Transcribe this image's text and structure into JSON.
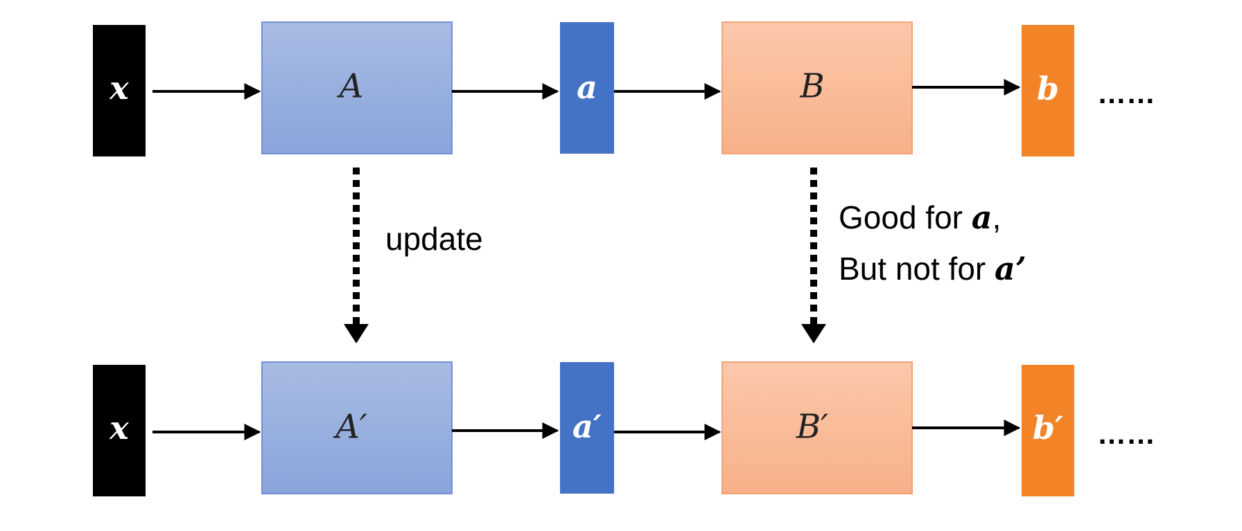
{
  "colors": {
    "input_box": "#000000",
    "A_box_top": "#a8bbe2",
    "A_box_bottom": "#8aa5db",
    "A_box_border": "#6f90d2",
    "a_box": "#4472c4",
    "B_box_top": "#fbc8aa",
    "B_box_bottom": "#f8b08a",
    "B_box_border": "#f4a070",
    "b_box": "#f28327",
    "arrow": "#000000"
  },
  "top_row": {
    "input_label": "x",
    "module_A_label": "A",
    "output_a_label": "a",
    "module_B_label": "B",
    "output_b_label": "b",
    "ellipsis": "……"
  },
  "bottom_row": {
    "input_label": "x",
    "module_A_label": "A′",
    "output_a_label": "a′",
    "module_B_label": "B′",
    "output_b_label": "b′",
    "ellipsis": "……"
  },
  "annotations": {
    "update_label": "update",
    "good_for_prefix": "Good for ",
    "good_for_var": "a",
    "good_for_suffix": ",",
    "but_not_prefix": "But not for ",
    "but_not_var": "a’"
  }
}
